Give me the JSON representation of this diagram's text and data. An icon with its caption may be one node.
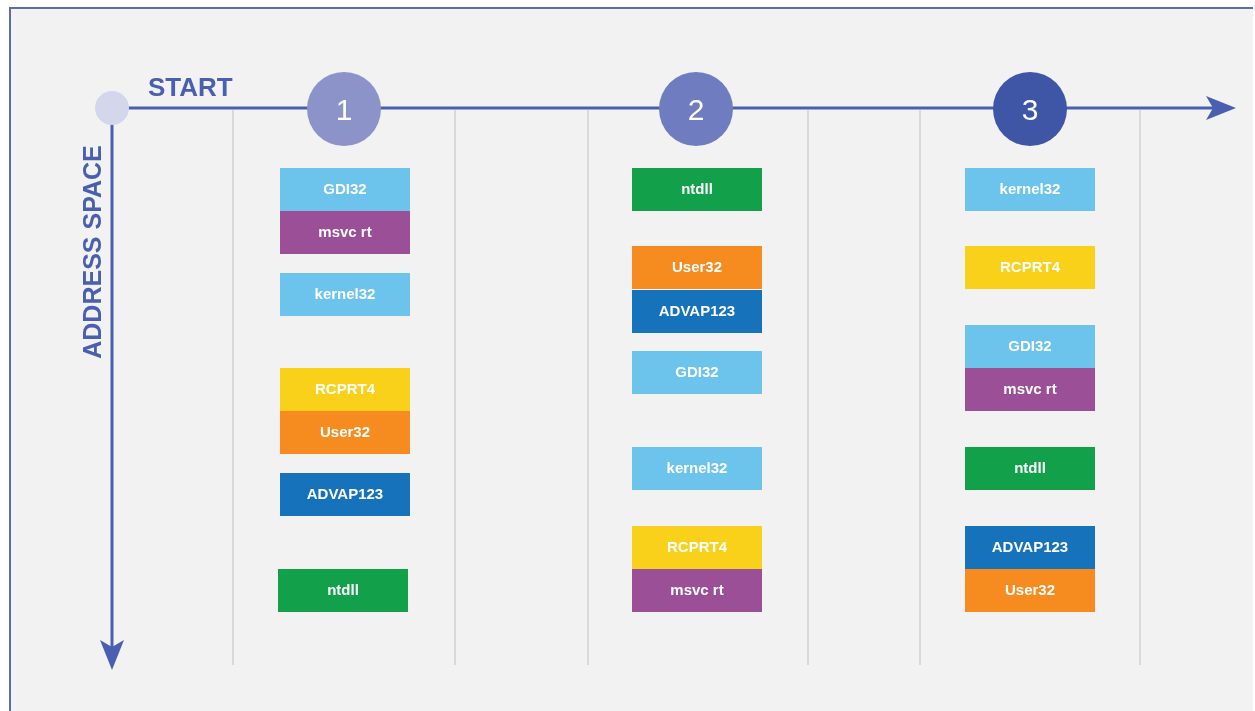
{
  "diagram": {
    "nodes": [
      {
        "text": [
          "1"
        ]
      },
      {
        "text": [
          "GDI32"
        ]
      },
      {
        "text": [
          "msvc rt"
        ]
      },
      {
        "text": [
          "kernel32"
        ]
      },
      {
        "text": [
          "RCPRT4"
        ]
      },
      {
        "text": [
          "User32"
        ]
      },
      {
        "text": [
          "ADVAP123"
        ]
      },
      {
        "text": [
          "ntdll"
        ]
      },
      {
        "text": [
          "2"
        ]
      },
      {
        "text": [
          "ntdll"
        ]
      },
      {
        "text": [
          "User32"
        ]
      },
      {
        "text": [
          "ADVAP123"
        ]
      },
      {
        "text": [
          "GDI32"
        ]
      },
      {
        "text": [
          "kernel32"
        ]
      },
      {
        "text": [
          "RCPRT4"
        ]
      },
      {
        "text": [
          "msvc rt"
        ]
      },
      {
        "text": [
          "3"
        ]
      },
      {
        "text": [
          "kernel32"
        ]
      },
      {
        "text": [
          "RCPRT4"
        ]
      },
      {
        "text": [
          "GDI32"
        ]
      },
      {
        "text": [
          "msvc rt"
        ]
      },
      {
        "text": [
          "ntdll"
        ]
      },
      {
        "text": [
          "ADVAP123"
        ]
      },
      {
        "text": [
          "User32"
        ]
      }
    ],
    "labels": [
      "START",
      "ADDRESS SPACE"
    ]
  }
}
